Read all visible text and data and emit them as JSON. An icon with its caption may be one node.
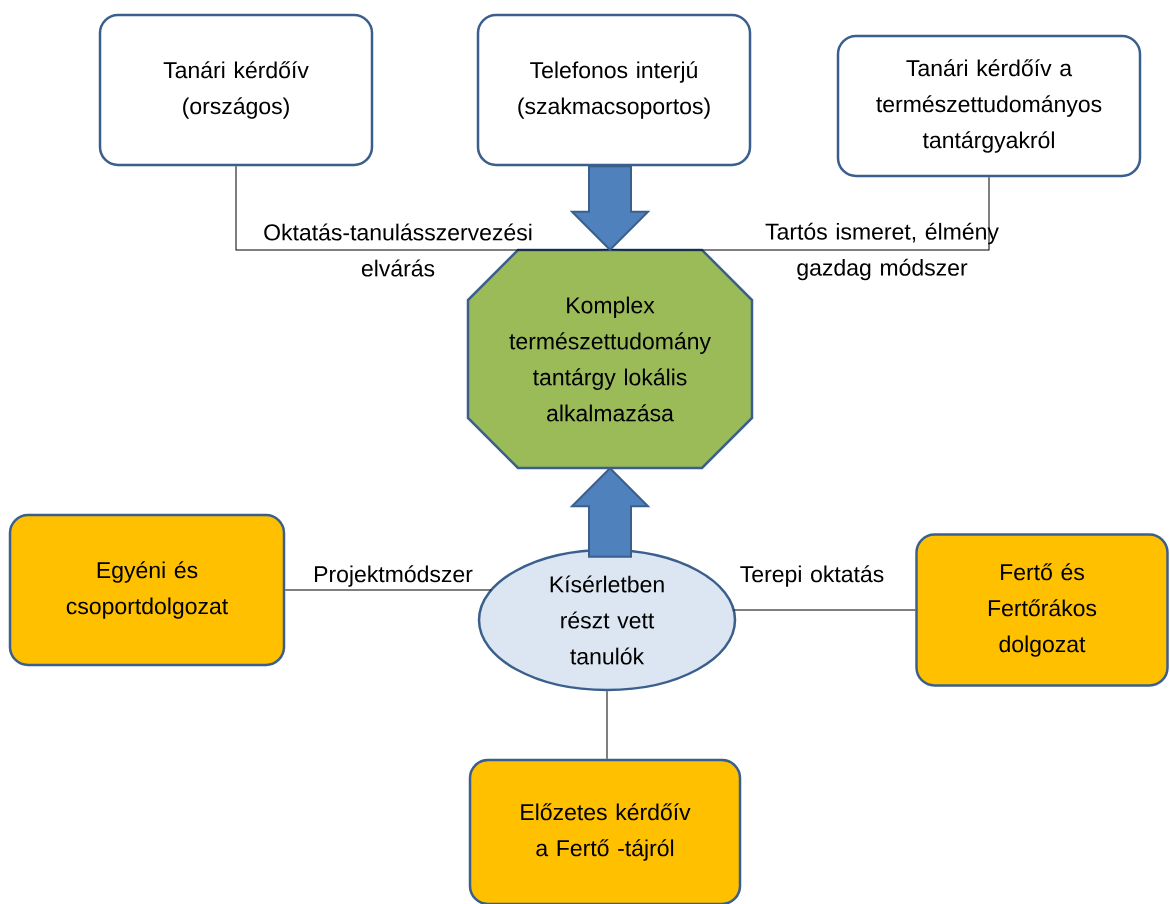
{
  "diagram": {
    "nodes": [
      {
        "text": [
          "Tanári kérdőív (országos)"
        ]
      },
      {
        "text": [
          "Telefonos interjú (szakmacsoportos)"
        ]
      },
      {
        "text": [
          "Tanári kérdőív a természettudományos tantárgyakról"
        ]
      },
      {
        "text": [
          "Komplex természettudomány tantárgy lokális alkalmazása"
        ]
      },
      {
        "text": [
          "Kísérletben részt vett tanulók"
        ]
      },
      {
        "text": [
          "Egyéni és csoportdolgozat"
        ]
      },
      {
        "text": [
          "Fertő és Fertőrákos dolgozat"
        ]
      },
      {
        "text": [
          "Előzetes kérdőív a Fertő -tájról"
        ]
      }
    ],
    "edges": [
      {
        "from": 0,
        "to": 3,
        "arrow": "none",
        "label": "Oktatás-tanulásszervezési elvárás"
      },
      {
        "from": 1,
        "to": 3,
        "arrow": "to",
        "style": "thick"
      },
      {
        "from": 2,
        "to": 3,
        "arrow": "none",
        "label": "Tartós ismeret, élmény gazdag módszer"
      },
      {
        "from": 4,
        "to": 3,
        "arrow": "to",
        "style": "thick"
      },
      {
        "from": 4,
        "to": 5,
        "arrow": "none",
        "label": "Projektmódszer"
      },
      {
        "from": 4,
        "to": 6,
        "arrow": "none",
        "label": "Terepi oktatás"
      },
      {
        "from": 4,
        "to": 7,
        "arrow": "none"
      }
    ]
  }
}
